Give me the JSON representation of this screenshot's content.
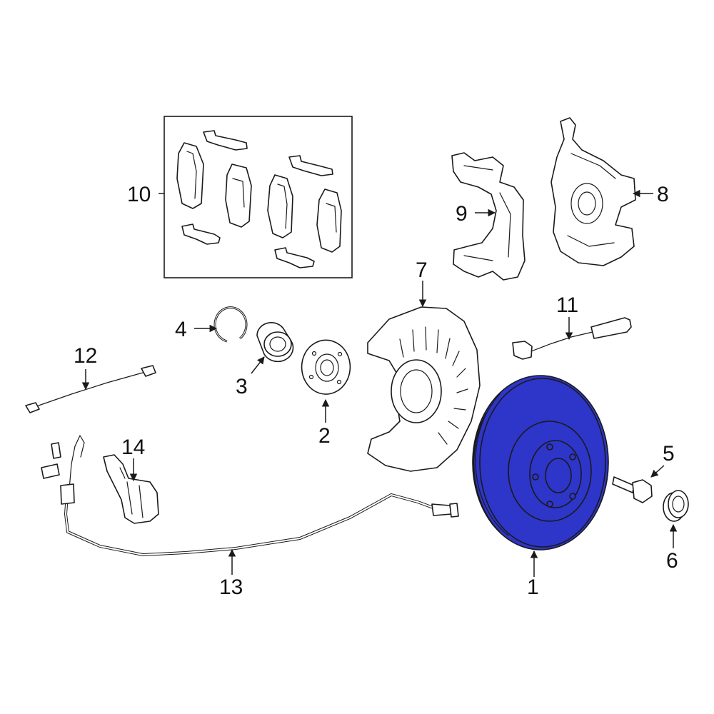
{
  "diagram": {
    "highlight_color": "#2e35c9",
    "line_color": "#1a1a1a",
    "highlighted_part": "1",
    "callouts": [
      {
        "id": "c1",
        "label": "1"
      },
      {
        "id": "c2",
        "label": "2"
      },
      {
        "id": "c3",
        "label": "3"
      },
      {
        "id": "c4",
        "label": "4"
      },
      {
        "id": "c5",
        "label": "5"
      },
      {
        "id": "c6",
        "label": "6"
      },
      {
        "id": "c7",
        "label": "7"
      },
      {
        "id": "c8",
        "label": "8"
      },
      {
        "id": "c9",
        "label": "9"
      },
      {
        "id": "c10",
        "label": "10"
      },
      {
        "id": "c11",
        "label": "11"
      },
      {
        "id": "c12",
        "label": "12"
      },
      {
        "id": "c13",
        "label": "13"
      },
      {
        "id": "c14",
        "label": "14"
      }
    ]
  }
}
